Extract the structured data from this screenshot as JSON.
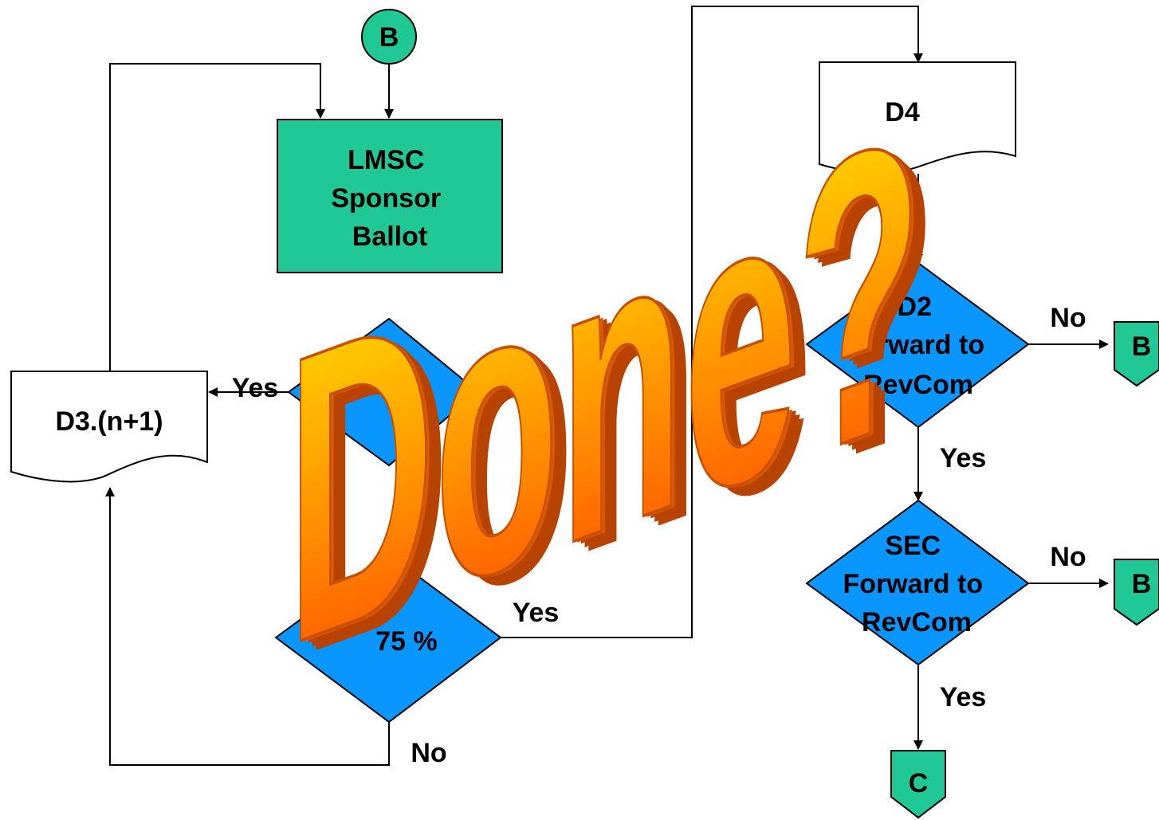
{
  "colors": {
    "process_fill": "#1fc894",
    "decision_fill": "#0a96ff",
    "document_fill": "#ffffff",
    "connector_fill": "#1fc894",
    "line": "#000000",
    "done_top": "#ffe600",
    "done_bottom": "#ff4a00",
    "done_side": "#c24a00"
  },
  "connector_top": {
    "label": "B"
  },
  "process_sponsor": {
    "lines": [
      "LMSC",
      "Sponsor",
      "Ballot"
    ]
  },
  "doc_d3": {
    "label": "D3.(n+1)"
  },
  "doc_d4": {
    "label": "D4"
  },
  "decision_left_top": {
    "label": "Yes"
  },
  "decision_75": {
    "label": "75 %",
    "yes": "Yes",
    "no": "No"
  },
  "decision_right_1": {
    "lines": [
      "D2",
      "Forward to",
      "RevCom"
    ],
    "no": "No",
    "yes": "Yes"
  },
  "decision_right_2": {
    "lines": [
      "SEC",
      "Forward to",
      "RevCom"
    ],
    "no": "No",
    "yes": "Yes"
  },
  "offpage_b1": {
    "label": "B"
  },
  "offpage_b2": {
    "label": "B"
  },
  "offpage_c": {
    "label": "C"
  },
  "overlay": {
    "text": "Done?"
  }
}
